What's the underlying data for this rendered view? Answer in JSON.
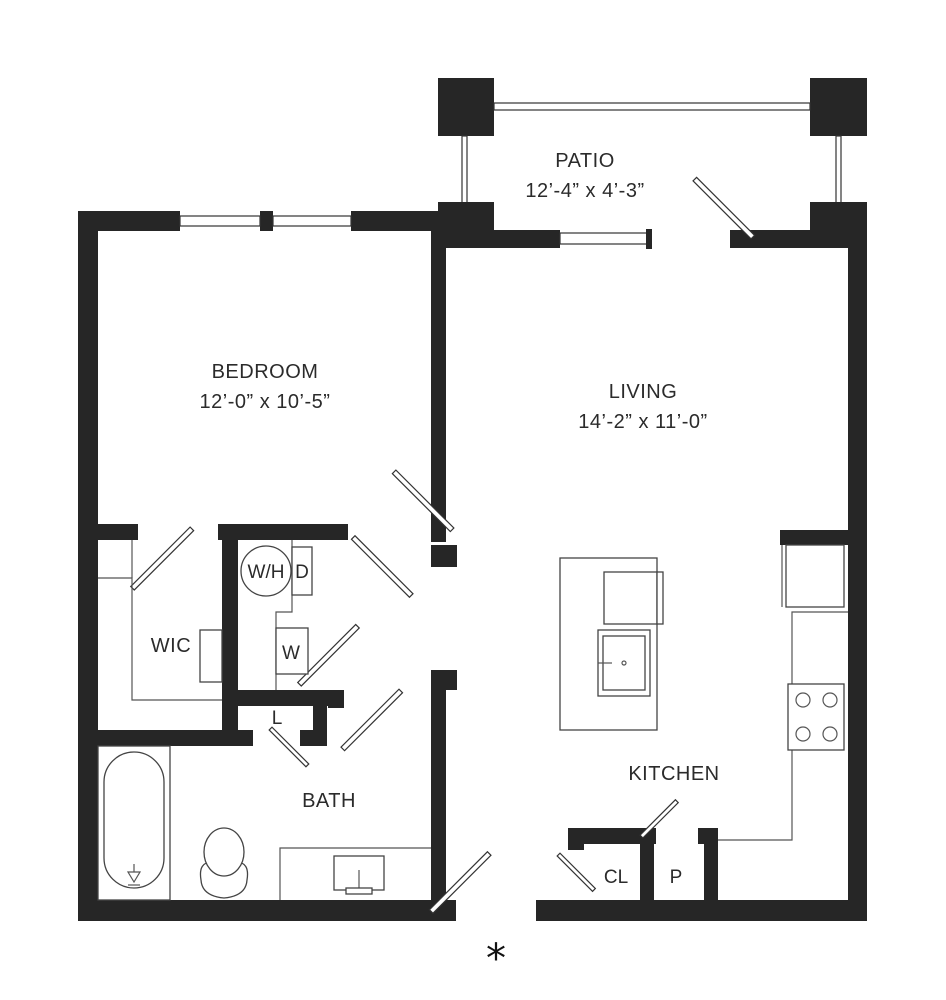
{
  "rooms": {
    "patio": {
      "name": "PATIO",
      "dims": "12’-4” x 4’-3”"
    },
    "bedroom": {
      "name": "BEDROOM",
      "dims": "12’-0” x 10’-5”"
    },
    "living": {
      "name": "LIVING",
      "dims": "14’-2” x 11’-0”"
    },
    "wic": {
      "name": "WIC"
    },
    "bath": {
      "name": "BATH"
    },
    "kitchen": {
      "name": "KITCHEN"
    },
    "linen": {
      "name": "L"
    },
    "closet": {
      "name": "CL"
    },
    "pantry": {
      "name": "P"
    }
  },
  "appliances": {
    "water_heater": "W/H",
    "dryer": "D",
    "washer": "W"
  },
  "entry_marker": "*",
  "colors": {
    "walls": "#262626",
    "background": "#ffffff"
  }
}
